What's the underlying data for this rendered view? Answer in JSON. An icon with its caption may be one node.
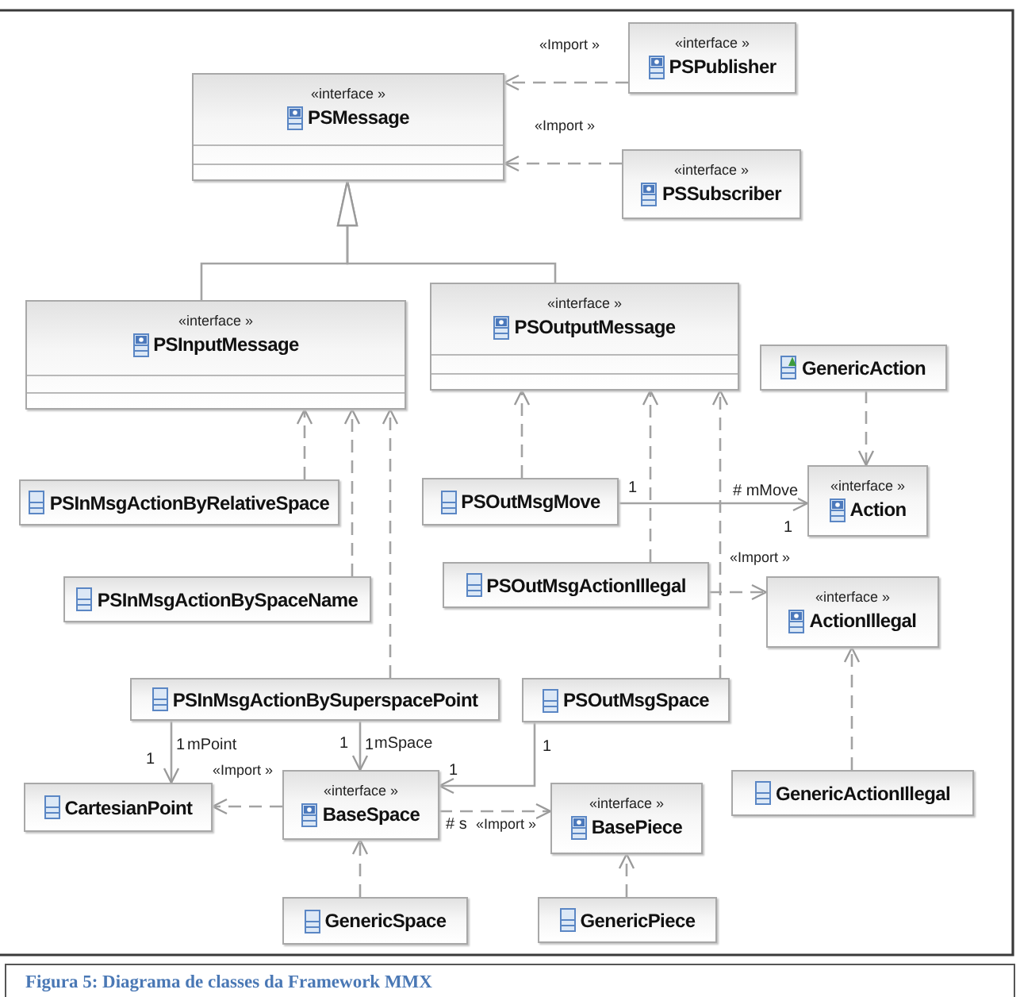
{
  "diagram": {
    "caption": "Figura 5: Diagrama de classes da Framework MMX",
    "nodes": [
      {
        "text": [
          "«interface »",
          "PSMessage"
        ]
      },
      {
        "text": [
          "«interface »",
          "PSPublisher"
        ]
      },
      {
        "text": [
          "«interface »",
          "PSSubscriber"
        ]
      },
      {
        "text": [
          "«interface »",
          "PSInputMessage"
        ]
      },
      {
        "text": [
          "«interface »",
          "PSOutputMessage"
        ]
      },
      {
        "text": [
          "GenericAction"
        ]
      },
      {
        "text": [
          "PSInMsgActionByRelativeSpace"
        ]
      },
      {
        "text": [
          "PSOutMsgMove"
        ]
      },
      {
        "text": [
          "«interface »",
          "Action"
        ]
      },
      {
        "text": [
          "PSOutMsgActionIllegal"
        ]
      },
      {
        "text": [
          "PSInMsgActionBySpaceName"
        ]
      },
      {
        "text": [
          "«interface »",
          "ActionIllegal"
        ]
      },
      {
        "text": [
          "PSInMsgActionBySuperspacePoint"
        ]
      },
      {
        "text": [
          "PSOutMsgSpace"
        ]
      },
      {
        "text": [
          "CartesianPoint"
        ]
      },
      {
        "text": [
          "«interface »",
          "BaseSpace"
        ]
      },
      {
        "text": [
          "«interface »",
          "BasePiece"
        ]
      },
      {
        "text": [
          "GenericActionIllegal"
        ]
      },
      {
        "text": [
          "GenericSpace"
        ]
      },
      {
        "text": [
          "GenericPiece"
        ]
      }
    ],
    "edges": [
      {
        "from": 1,
        "to": 0,
        "arrow": "to",
        "style": "dashed",
        "label": "«Import »"
      },
      {
        "from": 2,
        "to": 0,
        "arrow": "to",
        "style": "dashed",
        "label": "«Import »"
      },
      {
        "from": 3,
        "to": 0,
        "arrow": "to"
      },
      {
        "from": 4,
        "to": 0,
        "arrow": "to"
      },
      {
        "from": 5,
        "to": 8,
        "arrow": "to",
        "style": "dashed"
      },
      {
        "from": 6,
        "to": 3,
        "arrow": "to",
        "style": "dashed"
      },
      {
        "from": 10,
        "to": 3,
        "arrow": "to",
        "style": "dashed"
      },
      {
        "from": 12,
        "to": 3,
        "arrow": "to",
        "style": "dashed"
      },
      {
        "from": 7,
        "to": 4,
        "arrow": "to",
        "style": "dashed"
      },
      {
        "from": 9,
        "to": 4,
        "arrow": "to",
        "style": "dashed"
      },
      {
        "from": 13,
        "to": 4,
        "arrow": "to",
        "style": "dashed"
      },
      {
        "from": 7,
        "to": 8,
        "arrow": "to",
        "label": "# mMove"
      },
      {
        "from": 9,
        "to": 11,
        "arrow": "to",
        "style": "dashed",
        "label": "«Import »"
      },
      {
        "from": 17,
        "to": 11,
        "arrow": "to",
        "style": "dashed"
      },
      {
        "from": 12,
        "to": 14,
        "arrow": "to"
      },
      {
        "from": 12,
        "to": 15,
        "arrow": "to"
      },
      {
        "from": 15,
        "to": 14,
        "arrow": "to",
        "style": "dashed",
        "label": "«Import »"
      },
      {
        "from": 13,
        "to": 15,
        "arrow": "to"
      },
      {
        "from": 15,
        "to": 16,
        "arrow": "to",
        "style": "dashed",
        "label": "«Import »"
      },
      {
        "from": 18,
        "to": 15,
        "arrow": "to",
        "style": "dashed"
      },
      {
        "from": 19,
        "to": 16,
        "arrow": "to",
        "style": "dashed"
      }
    ],
    "labels": [
      "1",
      "1",
      "1",
      "1",
      "mPoint",
      "1",
      "1",
      "mSpace",
      "1",
      "1",
      "# s"
    ]
  }
}
